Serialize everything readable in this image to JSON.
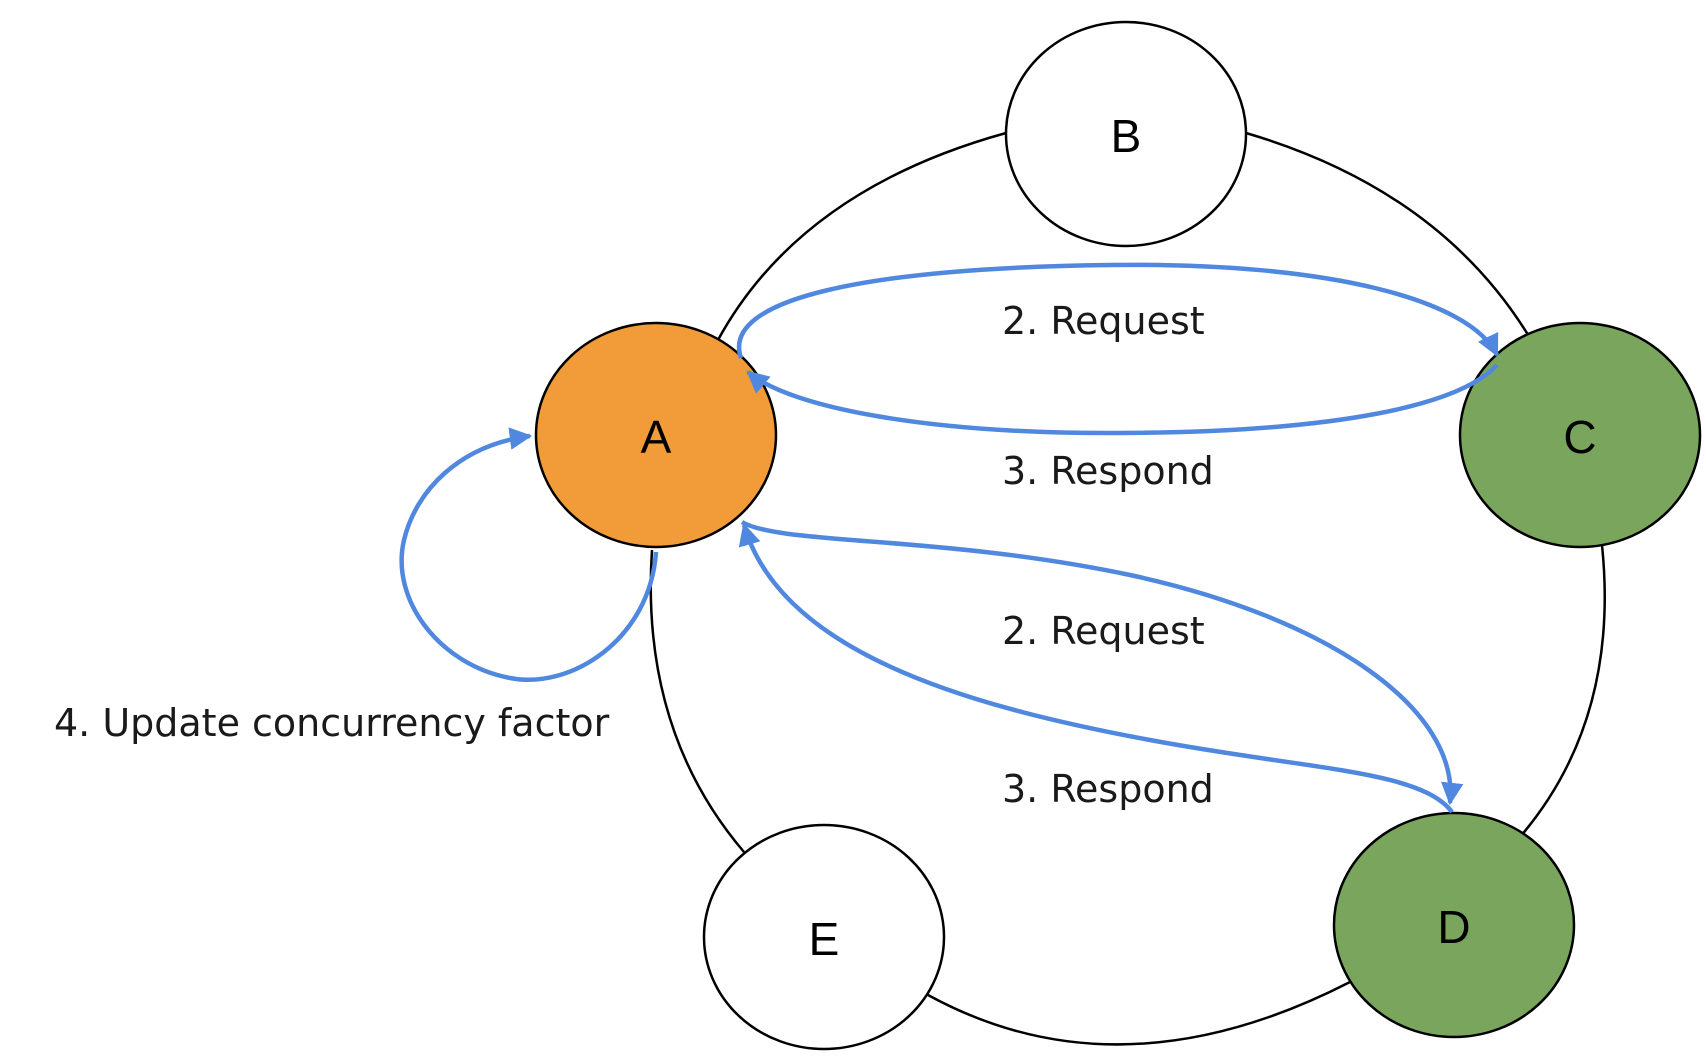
{
  "colors": {
    "leader": "#F19C39",
    "responder": "#79A65C",
    "idle": "#FFFFFF",
    "arrow": "#5088E0"
  },
  "nodes": {
    "a": {
      "label": "A"
    },
    "b": {
      "label": "B"
    },
    "c": {
      "label": "C"
    },
    "d": {
      "label": "D"
    },
    "e": {
      "label": "E"
    }
  },
  "edges": {
    "request_c": "2. Request",
    "respond_c": "3. Respond",
    "request_d": "2. Request",
    "respond_d": "3. Respond",
    "update": "4. Update concurrency factor"
  }
}
